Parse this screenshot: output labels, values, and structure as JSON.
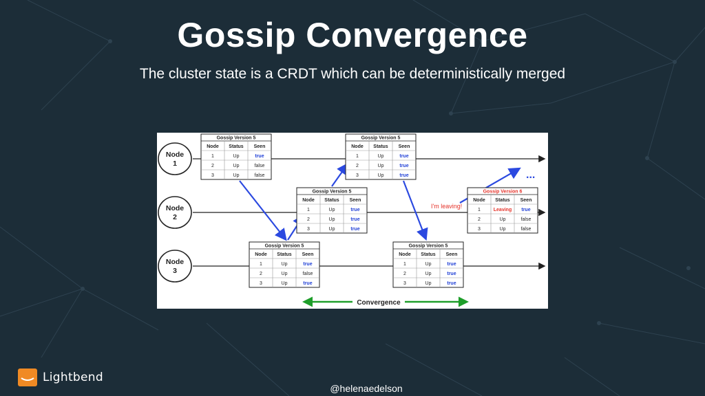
{
  "slide": {
    "title": "Gossip Convergence",
    "subtitle": "The cluster state is a CRDT which can be deterministically merged",
    "logo_text": "Lightbend",
    "handle": "@helenaedelson"
  },
  "diagram": {
    "nodes": [
      {
        "line1": "Node",
        "line2": "1"
      },
      {
        "line1": "Node",
        "line2": "2"
      },
      {
        "line1": "Node",
        "line2": "3"
      }
    ],
    "headers": [
      "Node",
      "Status",
      "Seen"
    ],
    "tables": [
      {
        "title": "Gossip Version 5",
        "title_red": false,
        "rows": [
          [
            "1",
            "Up",
            "true"
          ],
          [
            "2",
            "Up",
            "false"
          ],
          [
            "3",
            "Up",
            "false"
          ]
        ]
      },
      {
        "title": "Gossip Version 5",
        "title_red": false,
        "rows": [
          [
            "1",
            "Up",
            "true"
          ],
          [
            "2",
            "Up",
            "false"
          ],
          [
            "3",
            "Up",
            "true"
          ]
        ]
      },
      {
        "title": "Gossip Version 5",
        "title_red": false,
        "rows": [
          [
            "1",
            "Up",
            "true"
          ],
          [
            "2",
            "Up",
            "true"
          ],
          [
            "3",
            "Up",
            "true"
          ]
        ]
      },
      {
        "title": "Gossip Version 5",
        "title_red": false,
        "rows": [
          [
            "1",
            "Up",
            "true"
          ],
          [
            "2",
            "Up",
            "true"
          ],
          [
            "3",
            "Up",
            "true"
          ]
        ]
      },
      {
        "title": "Gossip Version 5",
        "title_red": false,
        "rows": [
          [
            "1",
            "Up",
            "true"
          ],
          [
            "2",
            "Up",
            "true"
          ],
          [
            "3",
            "Up",
            "true"
          ]
        ]
      },
      {
        "title": "Gossip Version 6",
        "title_red": true,
        "rows": [
          [
            "1",
            "Leaving",
            "true"
          ],
          [
            "2",
            "Up",
            "false"
          ],
          [
            "3",
            "Up",
            "false"
          ]
        ]
      }
    ],
    "leaving_label": "I'm leaving!",
    "ellipsis": "...",
    "convergence_label": "Convergence",
    "colors": {
      "true": "#1f3fd6",
      "red": "#e5332a",
      "green": "#1e9e2a",
      "arrow": "#2b49e0"
    }
  }
}
